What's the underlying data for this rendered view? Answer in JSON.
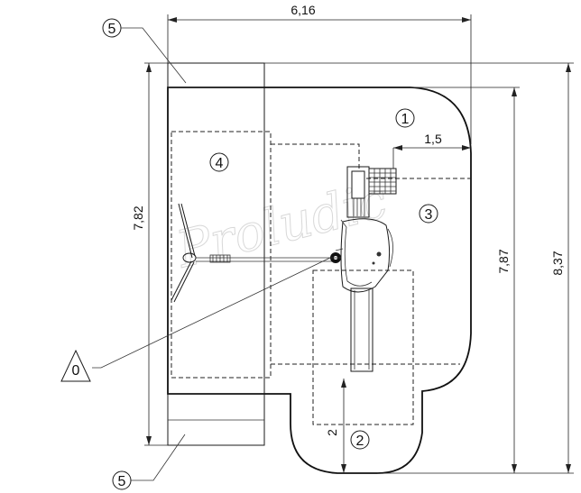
{
  "dimensions": {
    "width_top": "6,16",
    "height_left": "7,82",
    "height_right_inner": "7,87",
    "height_right_outer": "8,37",
    "small_horizontal": "1,5",
    "small_vertical": "2"
  },
  "callouts": {
    "c1": "1",
    "c2": "2",
    "c3": "3",
    "c4": "4",
    "c5_top": "5",
    "c5_bottom": "5",
    "origin": "0"
  },
  "watermark": "Proludic"
}
